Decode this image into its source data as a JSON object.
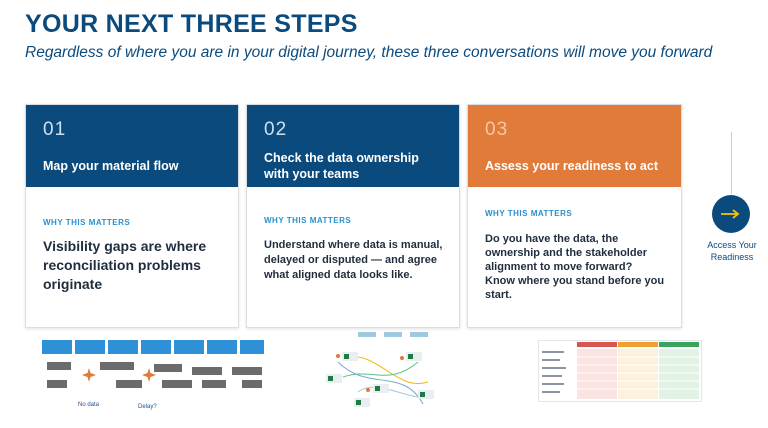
{
  "title": "YOUR NEXT THREE STEPS",
  "subtitle": "Regardless of where you are in your digital journey, these three conversations will move you forward",
  "cards": [
    {
      "num": "01",
      "name": "Map your material flow",
      "why": "WHY THIS MATTERS",
      "body": "Visibility gaps are where reconciliation problems originate",
      "color": "#0b4a7d"
    },
    {
      "num": "02",
      "name": "Check the data ownership with your teams",
      "why": "WHY THIS MATTERS",
      "body": "Understand where data is manual, delayed or disputed — and agree what aligned data looks like.",
      "color": "#0b4a7d"
    },
    {
      "num": "03",
      "name": "Assess your readiness to act",
      "why": "WHY THIS MATTERS",
      "body": "Do you have the data, the ownership and the stakeholder alignment to move forward? Know where you stand before you start.",
      "color": "#e07b39"
    }
  ],
  "access_label": "Access Your Readiness",
  "thumb1": {
    "no_data": "No data",
    "delay": "Delay?"
  }
}
